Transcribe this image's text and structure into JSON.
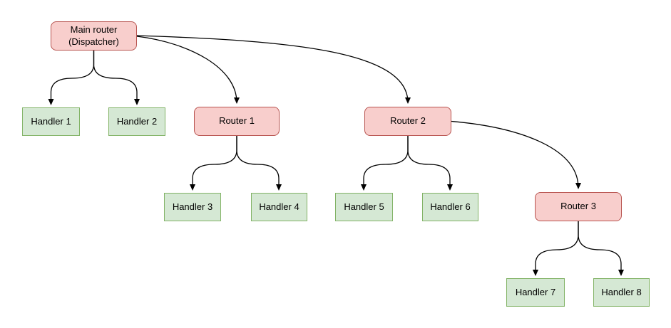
{
  "diagram": {
    "kind": "routing-tree",
    "nodes": [
      {
        "id": "main-router",
        "label": "Main router\n(Dispatcher)",
        "type": "router"
      },
      {
        "id": "handler-1",
        "label": "Handler 1",
        "type": "handler"
      },
      {
        "id": "handler-2",
        "label": "Handler 2",
        "type": "handler"
      },
      {
        "id": "router-1",
        "label": "Router 1",
        "type": "router"
      },
      {
        "id": "router-2",
        "label": "Router 2",
        "type": "router"
      },
      {
        "id": "handler-3",
        "label": "Handler 3",
        "type": "handler"
      },
      {
        "id": "handler-4",
        "label": "Handler 4",
        "type": "handler"
      },
      {
        "id": "handler-5",
        "label": "Handler 5",
        "type": "handler"
      },
      {
        "id": "handler-6",
        "label": "Handler 6",
        "type": "handler"
      },
      {
        "id": "router-3",
        "label": "Router 3",
        "type": "router"
      },
      {
        "id": "handler-7",
        "label": "Handler 7",
        "type": "handler"
      },
      {
        "id": "handler-8",
        "label": "Handler 8",
        "type": "handler"
      }
    ],
    "edges": [
      {
        "from": "main-router",
        "to": "handler-1"
      },
      {
        "from": "main-router",
        "to": "handler-2"
      },
      {
        "from": "main-router",
        "to": "router-1"
      },
      {
        "from": "main-router",
        "to": "router-2"
      },
      {
        "from": "router-1",
        "to": "handler-3"
      },
      {
        "from": "router-1",
        "to": "handler-4"
      },
      {
        "from": "router-2",
        "to": "handler-5"
      },
      {
        "from": "router-2",
        "to": "handler-6"
      },
      {
        "from": "router-2",
        "to": "router-3"
      },
      {
        "from": "router-3",
        "to": "handler-7"
      },
      {
        "from": "router-3",
        "to": "handler-8"
      }
    ],
    "colors": {
      "background": "#ffffff",
      "router_fill": "#f8cecc",
      "router_border": "#b85450",
      "handler_fill": "#d5e8d4",
      "handler_border": "#82b366",
      "edge": "#000000",
      "text": "#000000"
    }
  }
}
